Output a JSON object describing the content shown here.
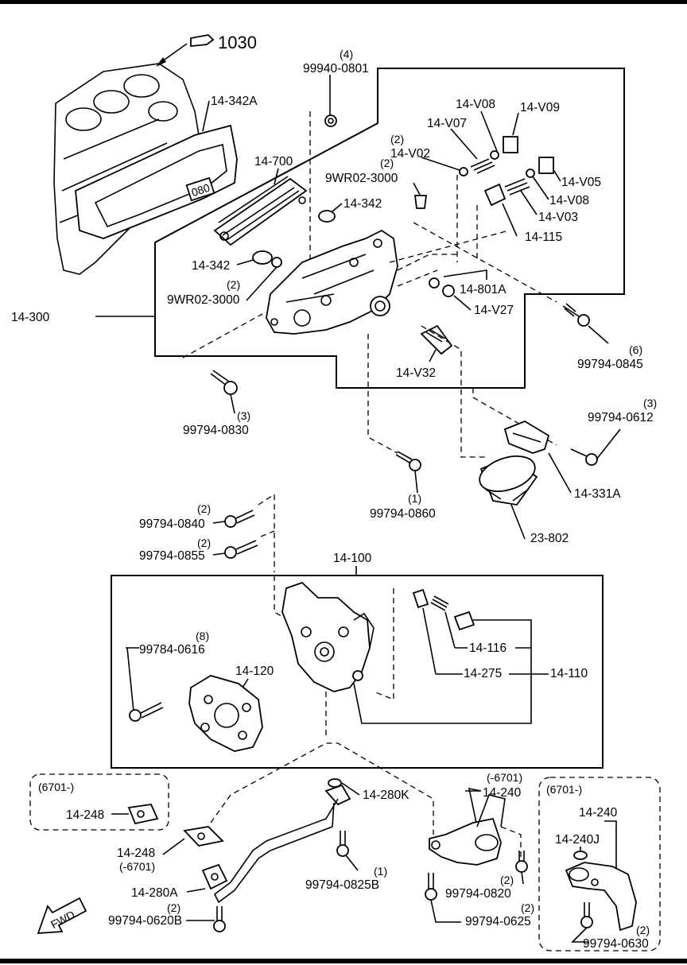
{
  "callouts": {
    "ref_1030": "1030",
    "p14_342a": "14-342A",
    "p99940_0801_qty": "(4)",
    "p99940_0801": "99940-0801",
    "p14_v08_a": "14-V08",
    "p14_v09": "14-V09",
    "p14_v07": "14-V07",
    "p14_v02_qty": "(2)",
    "p14_v02": "14-V02",
    "p14_700": "14-700",
    "p9wr02_3000_top_qty": "(2)",
    "p9wr02_3000_top": "9WR02-3000",
    "p14_342_top": "14-342",
    "p14_v05": "14-V05",
    "p14_v08_b": "14-V08",
    "p14_v03": "14-V03",
    "p14_115": "14-115",
    "p14_342_left": "14-342",
    "p9wr02_3000_left_qty": "(2)",
    "p9wr02_3000_left": "9WR02-3000",
    "p14_801a": "14-801A",
    "p14_v27": "14-V27",
    "p14_300": "14-300",
    "p99794_0845_qty": "(6)",
    "p99794_0845": "99794-0845",
    "p14_v32": "14-V32",
    "p99794_0830_qty": "(3)",
    "p99794_0830": "99794-0830",
    "p99794_0612_qty": "(3)",
    "p99794_0612": "99794-0612",
    "p14_331a": "14-331A",
    "p99794_0860_qty": "(1)",
    "p99794_0860": "99794-0860",
    "p23_802": "23-802",
    "p99794_0840_qty": "(2)",
    "p99794_0840": "99794-0840",
    "p99794_0855_qty": "(2)",
    "p99794_0855": "99794-0855",
    "p14_100": "14-100",
    "p99784_0616_qty": "(8)",
    "p99784_0616": "99784-0616",
    "p14_120": "14-120",
    "p14_116": "14-116",
    "p14_275": "14-275",
    "p14_110": "14-110",
    "range_6701_left": "(6701-)",
    "p14_248_a": "14-248",
    "p14_280k": "14-280K",
    "range_6701_mid": "(-6701)",
    "p14_240_mid": "14-240",
    "range_6701_right": "(6701-)",
    "p14_240_right": "14-240",
    "p14_240j": "14-240J",
    "p14_248_b": "14-248",
    "range_6701_b": "(-6701)",
    "p14_280a": "14-280A",
    "p99794_0825b_qty": "(1)",
    "p99794_0825b": "99794-0825B",
    "p99794_0620b_qty": "(2)",
    "p99794_0620b": "99794-0620B",
    "p99794_0820_qty": "(2)",
    "p99794_0820": "99794-0820",
    "p99794_0625_qty": "(2)",
    "p99794_0625": "99794-0625",
    "p99794_0630_qty": "(2)",
    "p99794_0630": "99794-0630",
    "fwd": "FWD"
  }
}
